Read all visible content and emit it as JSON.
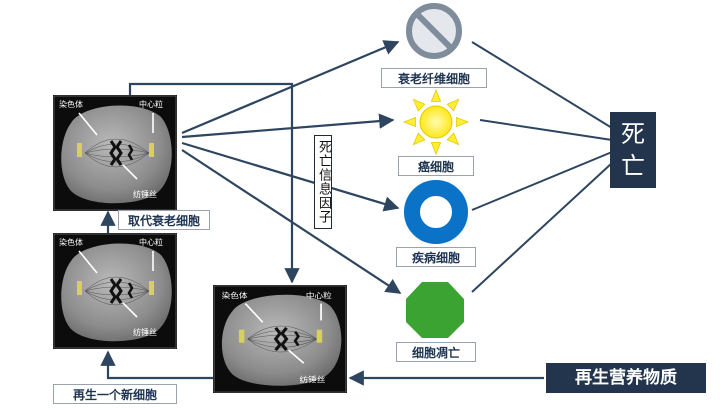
{
  "micrograph_labels": {
    "chromosome": "染色体",
    "centriole": "中心粒",
    "spindle": "纺锤丝"
  },
  "cell_labels": {
    "replace": "取代衰老细胞",
    "new_cell": "再生一个新细胞"
  },
  "signal_label": "死亡信息因子",
  "targets": [
    {
      "label": "衰老纤维细胞",
      "icon": "prohibition-icon"
    },
    {
      "label": "癌细胞",
      "icon": "sun-icon"
    },
    {
      "label": "疾病细胞",
      "icon": "ring-icon"
    },
    {
      "label": "细胞凋亡",
      "icon": "octagon-icon"
    }
  ],
  "death_label": "死亡",
  "nutrition_label": "再生营养物质",
  "colors": {
    "dark_box": "#22354d",
    "arrow": "#2e4560",
    "ring_blue": "#0a73c8",
    "octagon_green": "#3aa332",
    "sun_yellow": "#ffee33"
  }
}
